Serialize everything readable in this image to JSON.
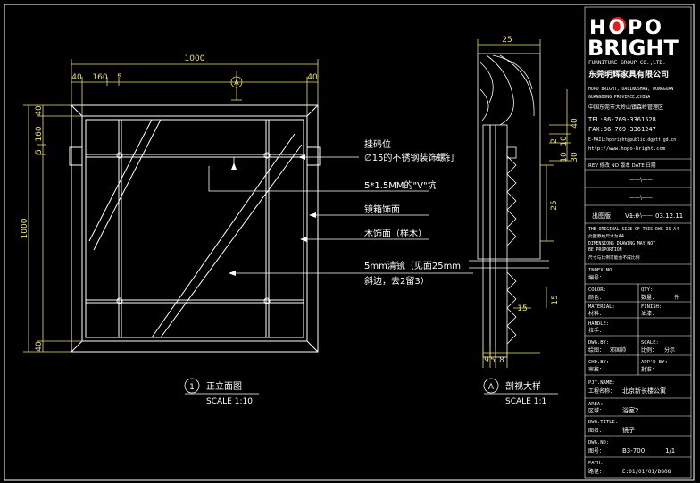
{
  "colors": {
    "background": "#000000",
    "frame": "#ffffff",
    "dimension": "#e8e070",
    "annotation": "#ffffff",
    "logo_red": "#e11d1d",
    "block": "#ffffff",
    "block_accent": "#ffe75a"
  },
  "front": {
    "dim_top_total": "1000",
    "dim_top_a": "40",
    "dim_top_b": "160",
    "dim_top_c": "5",
    "dim_top_d": "40",
    "section_mark": "A",
    "dim_left_total": "1000",
    "dim_left_a": "40",
    "dim_left_b": "160",
    "dim_left_c": "5",
    "dim_left_d": "40",
    "title_num": "1",
    "title": "正立面图",
    "scale": "SCALE 1:10"
  },
  "callouts": [
    "挂码位",
    "∅15的不锈钢装饰螺钉",
    "5*1.5MM的\"V\"坑",
    "镜箱饰面",
    "木饰面（样木）",
    "5mm清镜（见面25mm",
    "斜边，去2留3）"
  ],
  "section": {
    "dim_top": "25",
    "dim_r1": "40",
    "dim_r2": "2",
    "dim_r3": "10",
    "dim_r4": "10",
    "dim_r5": "30",
    "dim_r6": "25",
    "dim_mid": "15",
    "dim_r7": "15",
    "dim_bottom": [
      "9",
      "5",
      "8"
    ],
    "title_num": "A",
    "title": "剖视大样",
    "scale": "SCALE 1:1"
  },
  "titleblock": {
    "logo_top": "HOPO",
    "logo_bottom": "BRIGHT",
    "company_en": "FURNITURE GROUP CO.,LTD.",
    "company_cn": "东莞明辉家具有限公司",
    "addr_en_1": "HOPO BRIGHT, DALINGSHAN, DONGGUAN",
    "addr_en_2": "GUANGDONG PROVINCE,CHINA",
    "addr_cn": "中国东莞市大岭山镇森岭管理区",
    "tel": "TEL:86-769-3361528",
    "fax": "FAX:86-769-3361247",
    "email": "E-MAIL:hpbright@public.dgptt.gd.cn",
    "web": "http://www.hopo-bright.com",
    "rev_header": "REV 修改 NO 版本 DATE 日期",
    "sign_row1": "——\\——",
    "sign_row2": "——\\——",
    "sign_row3": "——\\——",
    "version_label": "出图版",
    "version": "V1.0",
    "version_date": "03.12.11",
    "note_1": "THE ORIGINAL SIZE OF THIS DWG IS A4",
    "note_2": "此图原始尺寸为A4",
    "note_3": "DIMENSIONS DRAWING MAY NOT",
    "note_4": "BE PROPORTION",
    "note_5": "尺寸与比例可能会不成比例",
    "index_label": "INDEX NO.",
    "index_cn": "编号：",
    "color_label": "COLOR:",
    "qty_label": "QTY:",
    "color_cn": "颜色：",
    "qty_cn": "数量：",
    "qty_value": "件",
    "material_label": "MATERIAL:",
    "finish_label": "FINISH:",
    "material_cn": "材料：",
    "finish_cn": "油漆：",
    "handle_label": "HANDLE:",
    "handle_cn": "拉手：",
    "drawn_label": "DWG.BY:",
    "scale_label": "SCALE:",
    "drawn_cn": "绘图：",
    "drawn_value": "邓国帅",
    "scale_cn": "比例：",
    "scale_value": "分示",
    "checked_label": "CHD.BY:",
    "approved_label": "APP'D BY:",
    "checked_cn": "审核：",
    "approved_cn": "批准：",
    "project_label": "PJT.NAME:",
    "project_cn": "工程名称：",
    "project_value": "北京新长楼公寓",
    "area_label": "AREA:",
    "area_cn": "区域：",
    "area_value": "浴室2",
    "title_label": "DWG.TITLE:",
    "title_cn": "图名：",
    "title_value": "镜子",
    "dwgno_label": "DWG.NO:",
    "dwgno_cn": "图号：",
    "dwgno_value": "B3-700",
    "page_value": "1/1",
    "path_label": "PATH:",
    "path_cn": "路径：",
    "path_value": "E:01/01/01/D808"
  }
}
